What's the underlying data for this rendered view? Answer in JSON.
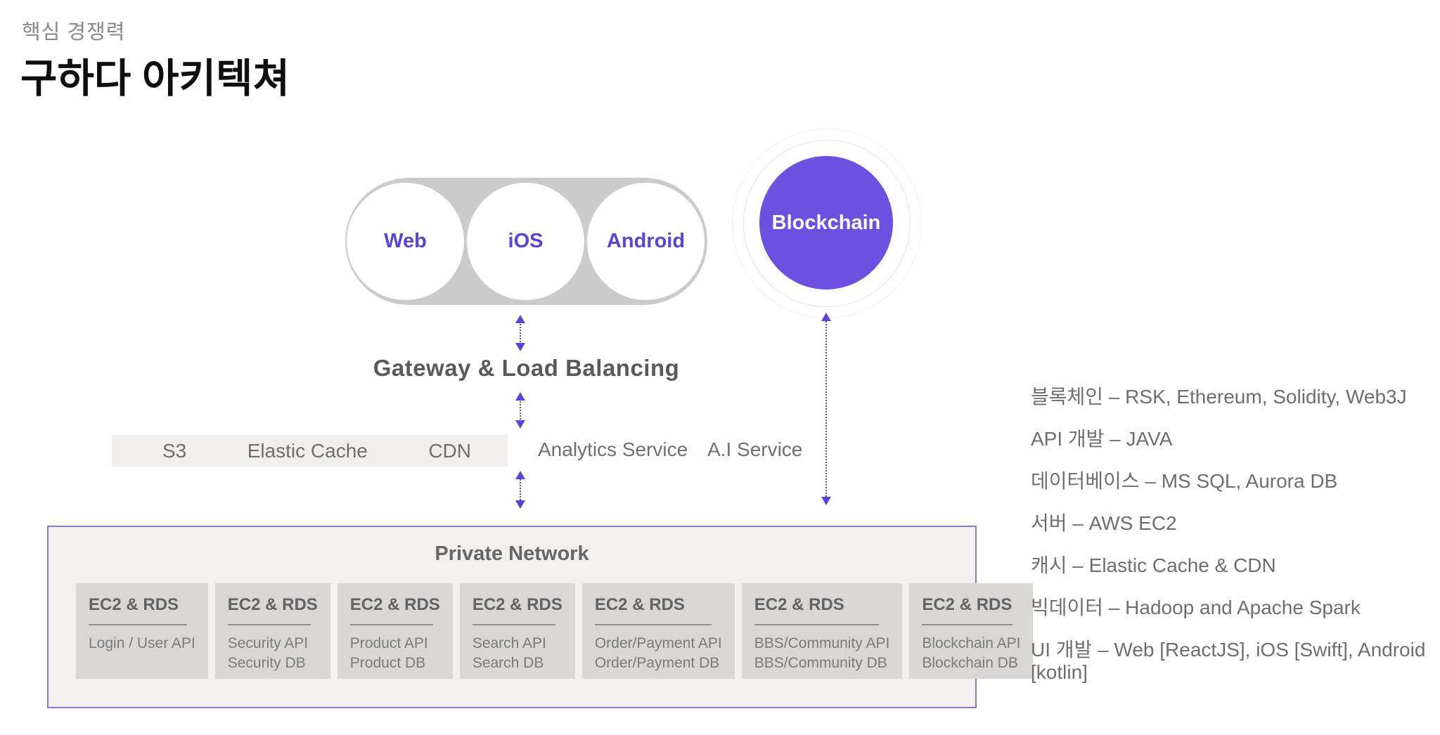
{
  "header": {
    "subtitle": "핵심 경쟁력",
    "title": "구하다 아키텍쳐"
  },
  "clients": {
    "web": "Web",
    "ios": "iOS",
    "android": "Android",
    "blockchain": "Blockchain"
  },
  "gateway": {
    "label": "Gateway & Load Balancing"
  },
  "cache_row": {
    "s3": "S3",
    "elastic_cache": "Elastic Cache",
    "cdn": "CDN"
  },
  "services": {
    "analytics": "Analytics Service",
    "ai": "A.I Service"
  },
  "private_network": {
    "title": "Private Network",
    "cards": [
      {
        "header": "EC2 & RDS",
        "lines": [
          "Login / User API"
        ]
      },
      {
        "header": "EC2 & RDS",
        "lines": [
          "Security API",
          "Security DB"
        ]
      },
      {
        "header": "EC2 & RDS",
        "lines": [
          "Product API",
          "Product DB"
        ]
      },
      {
        "header": "EC2 & RDS",
        "lines": [
          "Search API",
          "Search DB"
        ]
      },
      {
        "header": "EC2 & RDS",
        "lines": [
          "Order/Payment API",
          "Order/Payment DB"
        ]
      },
      {
        "header": "EC2 & RDS",
        "lines": [
          "BBS/Community API",
          "BBS/Community DB"
        ]
      },
      {
        "header": "EC2 & RDS",
        "lines": [
          "Blockchain API",
          "Blockchain DB"
        ]
      }
    ]
  },
  "tech_stack": [
    "블록체인 – RSK, Ethereum, Solidity, Web3J",
    "API 개발 – JAVA",
    "데이터베이스 – MS SQL, Aurora DB",
    "서버 – AWS EC2",
    "캐시 – Elastic Cache & CDN",
    "빅데이터 – Hadoop and Apache Spark",
    "UI 개발 – Web [ReactJS], iOS [Swift], Android [kotlin]"
  ],
  "colors": {
    "accent": "#5b43d9",
    "blockchain_fill": "#6b50e1",
    "pill_gray": "#cccbcb",
    "private_box_bg": "#f1f0ef",
    "private_box_border": "#8878cf",
    "card_bg": "#d8d7d6",
    "gray_text": "#6e6e6e"
  }
}
